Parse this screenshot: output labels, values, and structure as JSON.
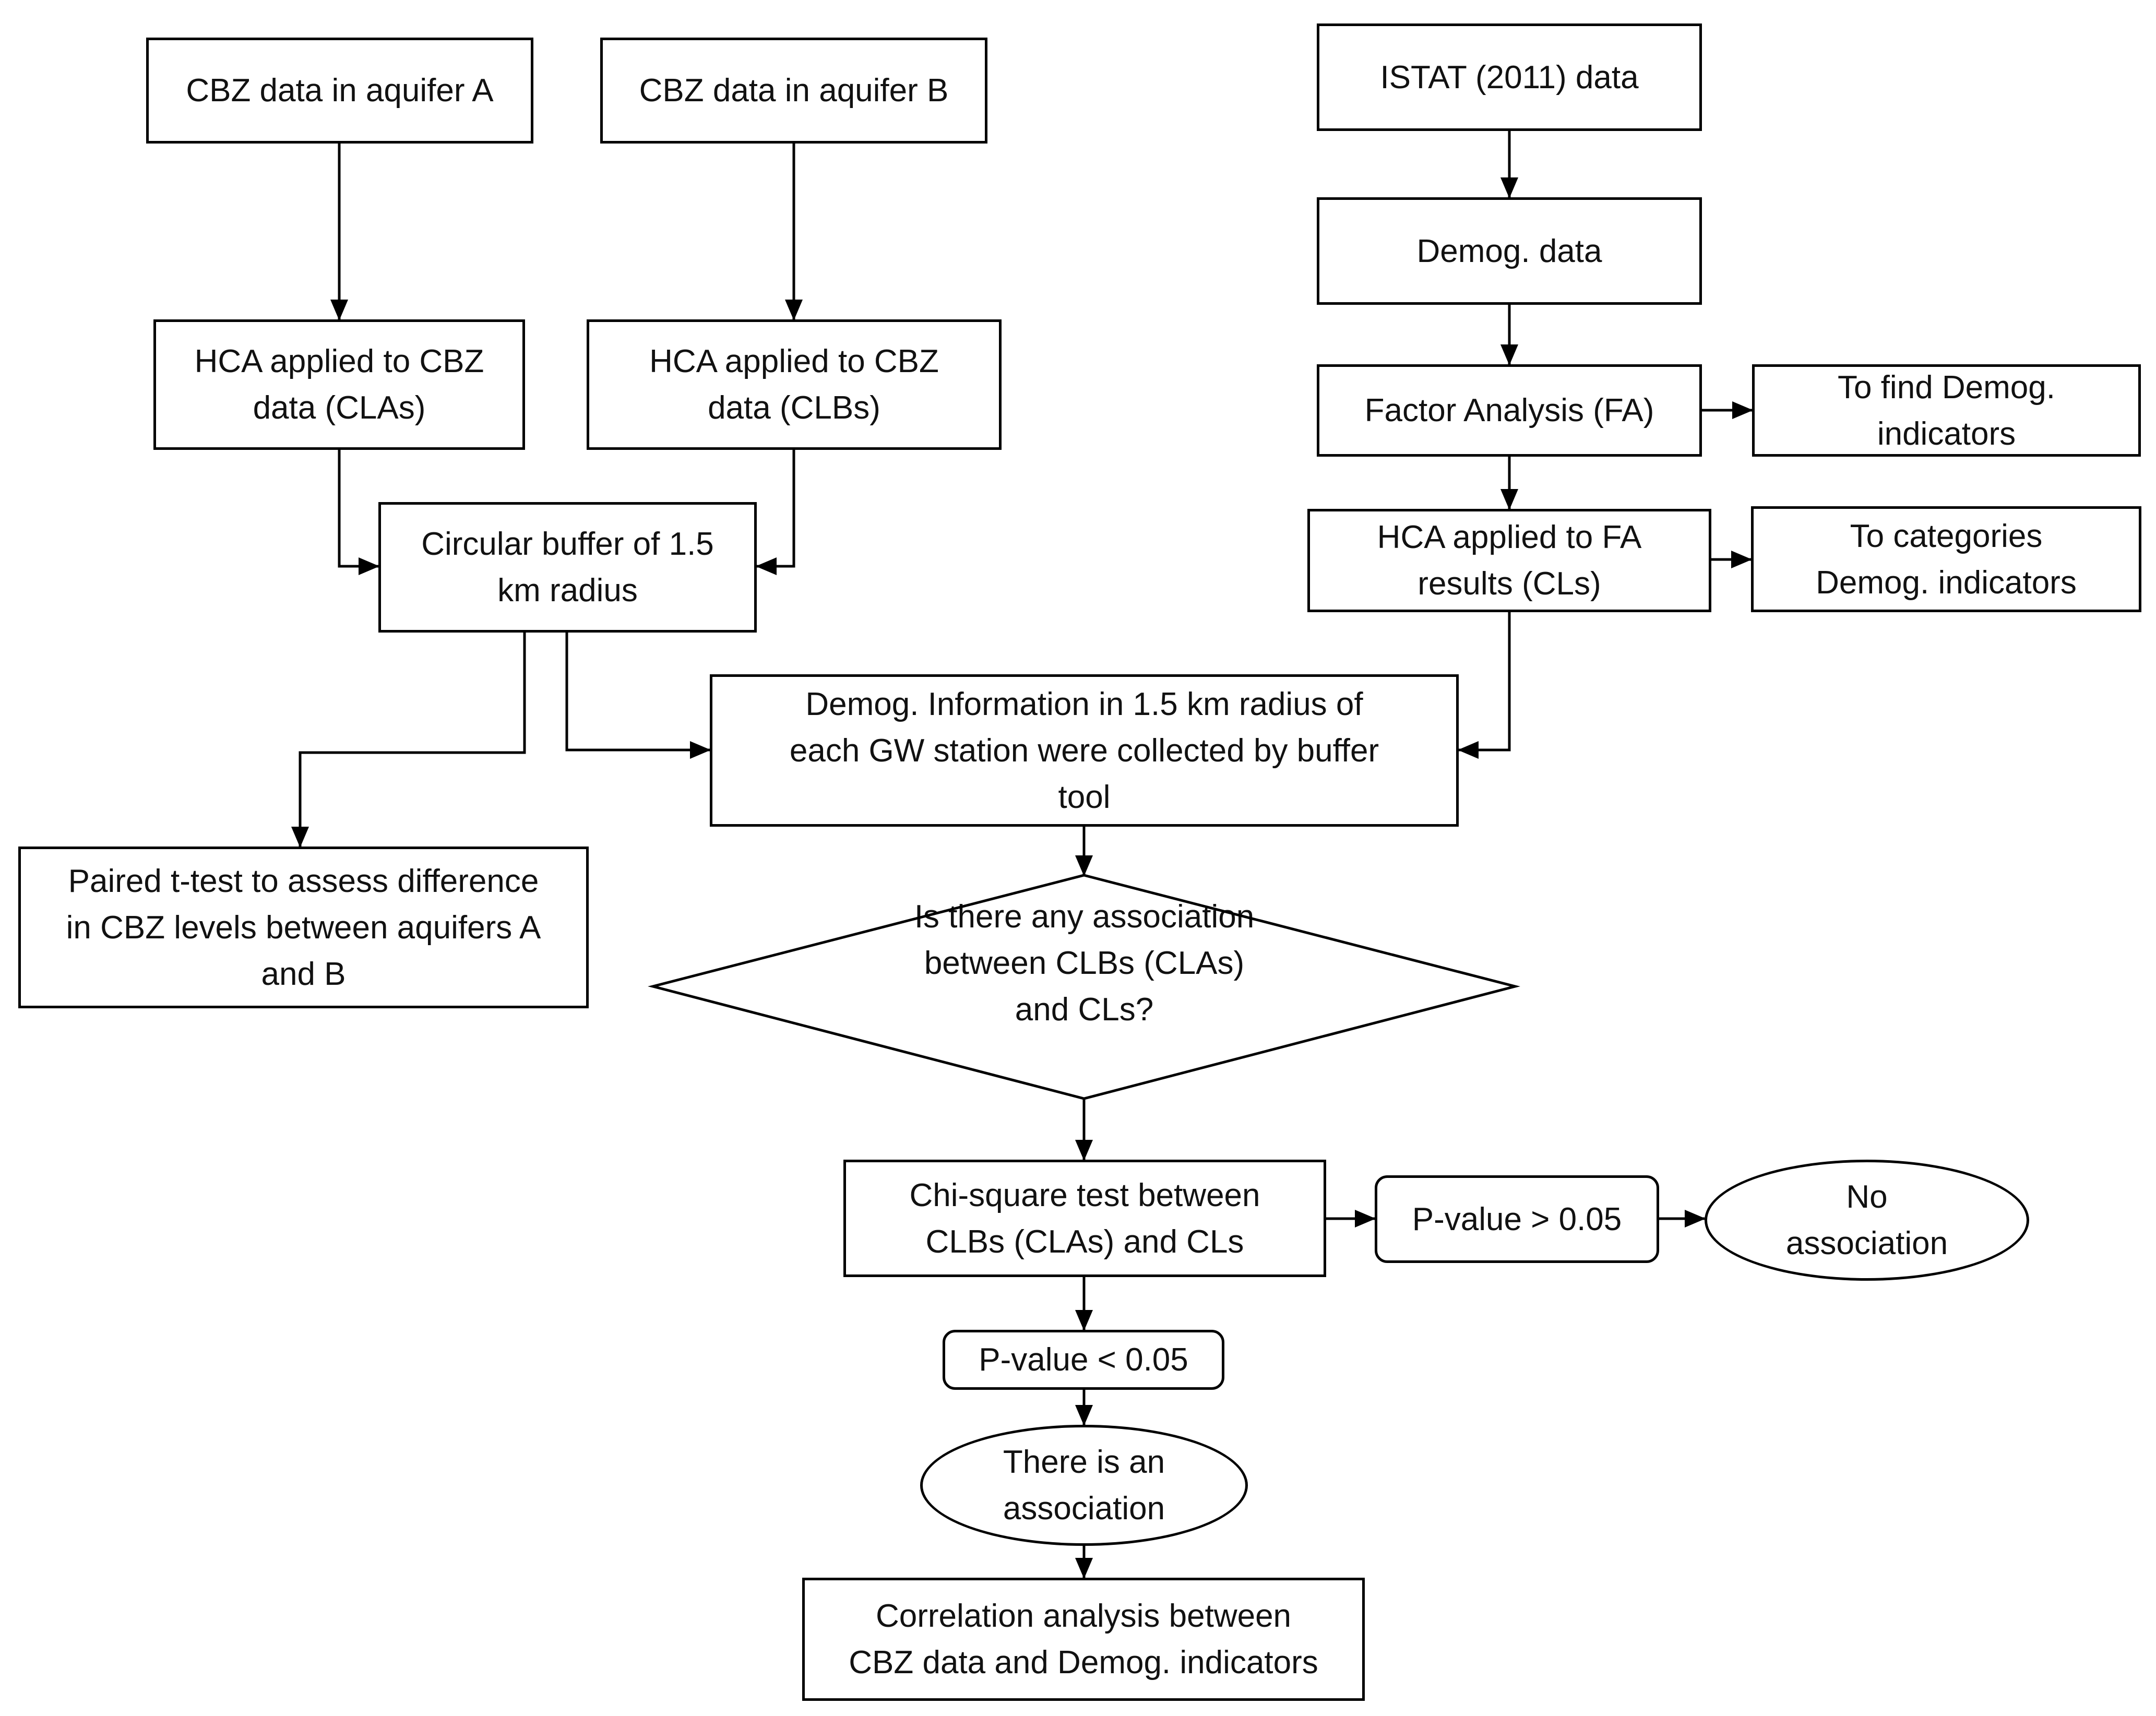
{
  "nodes": {
    "cbz_a": "CBZ data in aquifer A",
    "cbz_b": "CBZ data in aquifer B",
    "istat": "ISTAT (2011) data",
    "demog_data": "Demog. data",
    "hca_clas": "HCA applied to CBZ\ndata (CLAs)",
    "hca_clbs": "HCA applied to CBZ\ndata (CLBs)",
    "factor_analysis": "Factor Analysis (FA)",
    "find_indicators": "To find Demog.\nindicators",
    "hca_fa": "HCA applied to FA\nresults (CLs)",
    "categories": "To categories\nDemog. indicators",
    "buffer": "Circular buffer of 1.5\nkm radius",
    "demog_info": "Demog. Information in 1.5 km radius of\neach GW station were collected by buffer\ntool",
    "paired_test": "Paired t-test to assess difference\nin CBZ levels between aquifers A\nand B",
    "decision": "Is there any association\nbetween CLBs (CLAs)\nand CLs?",
    "chi_square": "Chi-square test between\nCLBs (CLAs) and CLs",
    "p_greater": "P-value > 0.05",
    "no_assoc": "No\nassociation",
    "p_less": "P-value < 0.05",
    "assoc": "There is an\nassociation",
    "correlation": "Correlation analysis between\nCBZ data and Demog. indicators"
  },
  "colors": {
    "stroke": "#000000",
    "text": "#111111",
    "background": "#ffffff"
  }
}
